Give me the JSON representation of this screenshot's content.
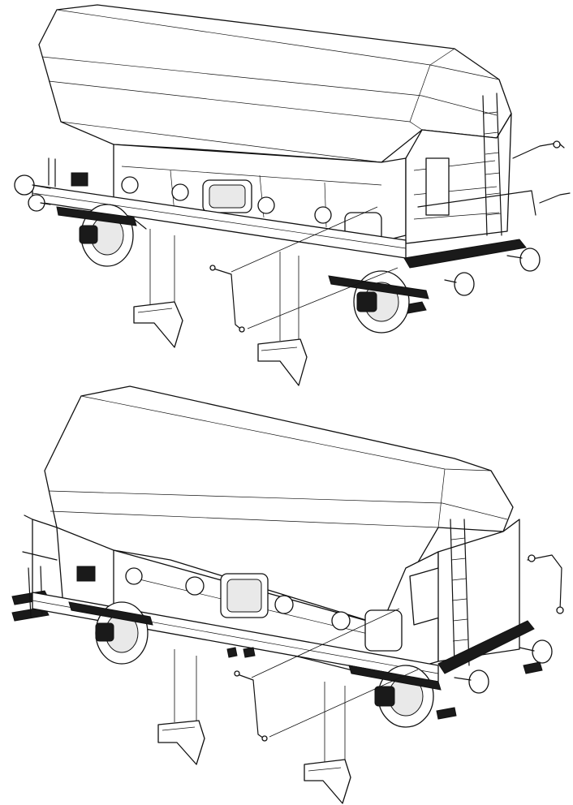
{
  "figure": {
    "views": [
      {
        "id": "upper",
        "subject": "hopper-wagon-exploded-view"
      },
      {
        "id": "lower",
        "subject": "hopper-wagon-exploded-view"
      }
    ],
    "colors": {
      "line": "#111111",
      "background": "#ffffff",
      "shade": "#e9e9e9",
      "dark": "#1a1a1a"
    }
  }
}
